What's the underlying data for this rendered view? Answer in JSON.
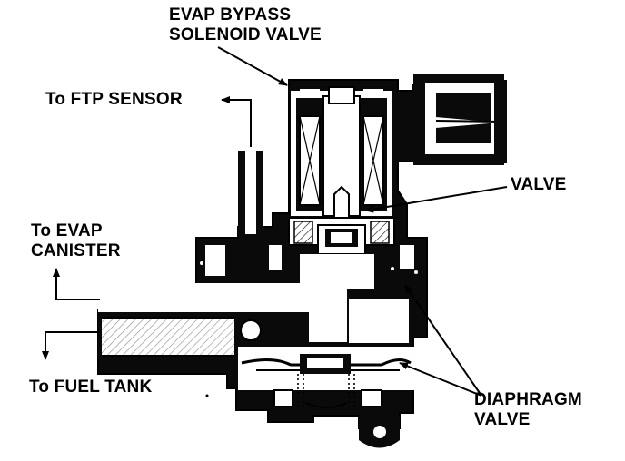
{
  "labels": {
    "bypass_line1": "EVAP BYPASS",
    "bypass_line2": "SOLENOID  VALVE",
    "ftp": "To FTP SENSOR",
    "valve": "VALVE",
    "canister_line1": "To EVAP",
    "canister_line2": "CANISTER",
    "fuel_tank": "To FUEL TANK",
    "diaphragm_line1": "DIAPHRAGM",
    "diaphragm_line2": "VALVE"
  },
  "colors": {
    "ink": "#000000",
    "paper": "#ffffff"
  }
}
